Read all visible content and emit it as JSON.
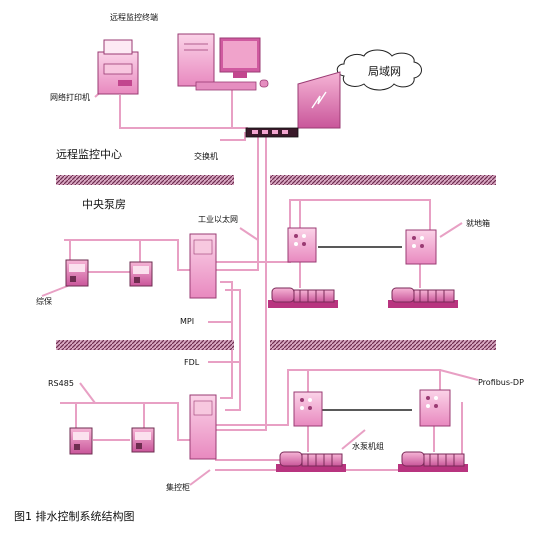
{
  "labels": {
    "remote_terminal": "远程监控终端",
    "network_printer": "网络打印机",
    "lan": "局域网",
    "switch": "交换机",
    "remote_center": "远程监控中心",
    "central_pump_room": "中央泵房",
    "industrial_ethernet": "工业以太网",
    "local_box": "就地箱",
    "integrated_protection": "综保",
    "mpi": "MPI",
    "fdl": "FDL",
    "rs485": "RS485",
    "profibus_dp": "Profibus-DP",
    "pump_unit": "水泵机组",
    "control_cabinet": "集控柜"
  },
  "caption": "图1  排水控制系统结构图",
  "colors": {
    "line": "#e8a0c4",
    "equipment_fill": "#f2a6d0",
    "equipment_dark": "#c2468e",
    "hatch": "#7a3a5c"
  }
}
